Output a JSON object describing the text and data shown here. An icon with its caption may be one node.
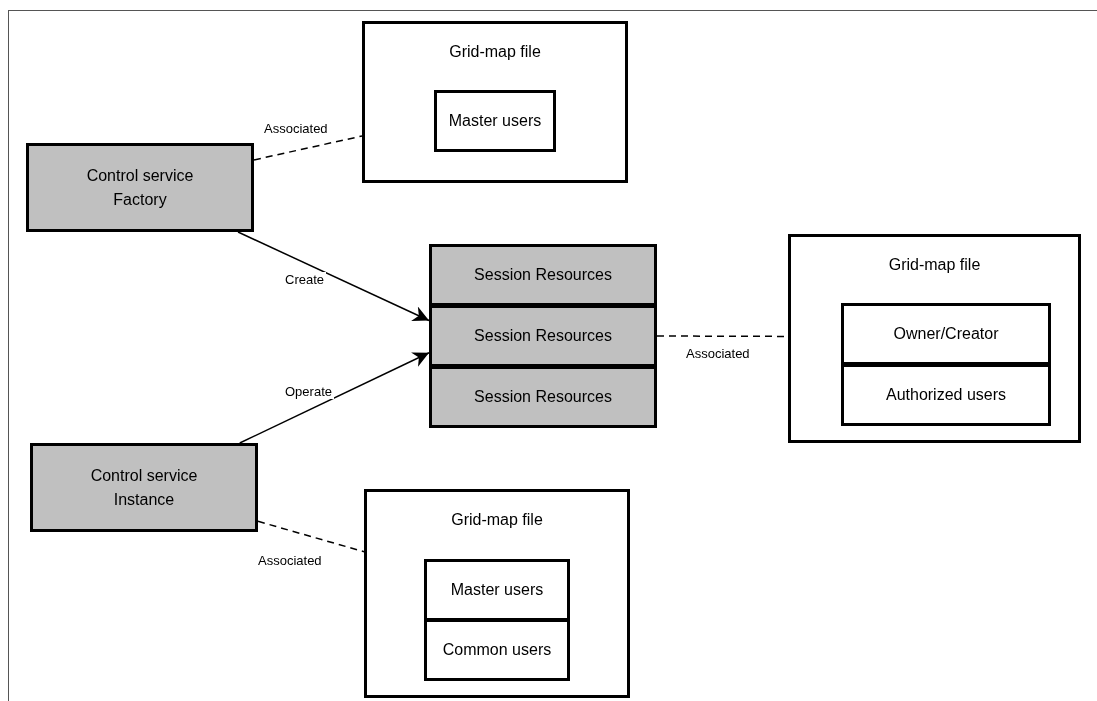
{
  "diagram": {
    "nodes": [
      {
        "text": [
          "Grid-map file"
        ]
      },
      {
        "text": [
          "Master users"
        ],
        "in": 0
      },
      {
        "text": [
          "Control service Factory"
        ]
      },
      {
        "text": [
          "Session Resources"
        ]
      },
      {
        "text": [
          "Session Resources"
        ]
      },
      {
        "text": [
          "Session Resources"
        ]
      },
      {
        "text": [
          "Grid-map file"
        ]
      },
      {
        "text": [
          "Owner/Creator"
        ],
        "in": 6
      },
      {
        "text": [
          "Authorized users"
        ],
        "in": 6
      },
      {
        "text": [
          "Control service Instance"
        ]
      },
      {
        "text": [
          "Grid-map file"
        ]
      },
      {
        "text": [
          "Master users"
        ],
        "in": 10
      },
      {
        "text": [
          "Common users"
        ],
        "in": 10
      }
    ],
    "edges": [
      {
        "from": 2,
        "to": 0,
        "arrow": "none",
        "label": "Associated",
        "style": "dashed"
      },
      {
        "from": 2,
        "to": 4,
        "arrow": "to",
        "label": "Create"
      },
      {
        "from": 9,
        "to": 4,
        "arrow": "to",
        "label": "Operate"
      },
      {
        "from": 4,
        "to": 6,
        "arrow": "none",
        "label": "Associated",
        "style": "dashed"
      },
      {
        "from": 9,
        "to": 10,
        "arrow": "none",
        "label": "Associated",
        "style": "dashed"
      }
    ]
  }
}
